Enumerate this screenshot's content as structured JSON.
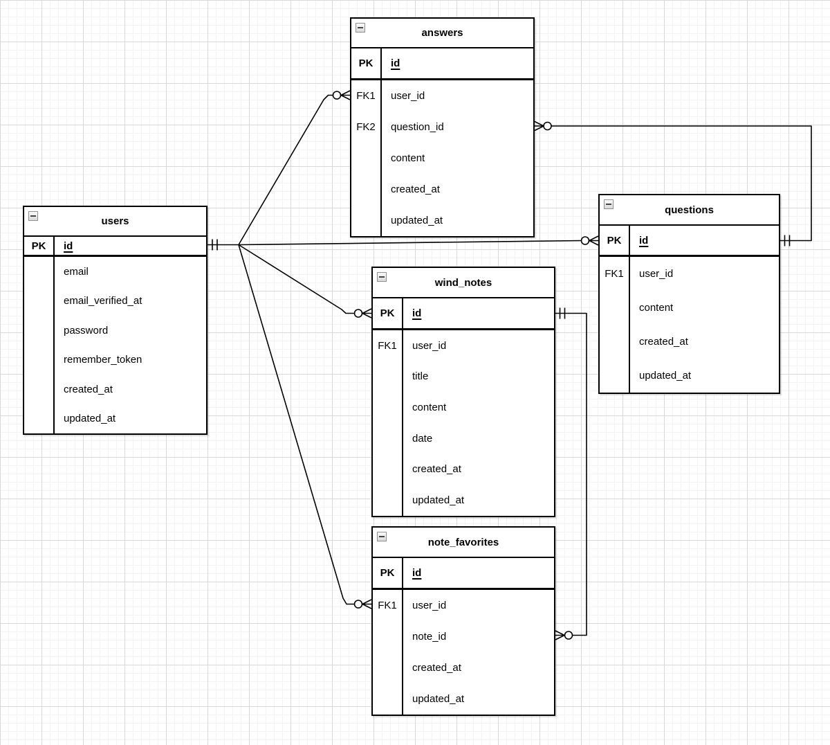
{
  "canvas": {
    "background_color": "#ffffff",
    "grid_minor_color": "#f3f3f3",
    "grid_major_color": "#d8d8d8",
    "stroke_color": "#000000"
  },
  "entities": [
    {
      "id": "users",
      "title": "users",
      "rows": [
        {
          "key": "PK",
          "name": "id",
          "pk": true
        },
        {
          "key": "",
          "name": "email"
        },
        {
          "key": "",
          "name": "email_verified_at"
        },
        {
          "key": "",
          "name": "password"
        },
        {
          "key": "",
          "name": "remember_token"
        },
        {
          "key": "",
          "name": "created_at"
        },
        {
          "key": "",
          "name": "updated_at"
        }
      ]
    },
    {
      "id": "answers",
      "title": "answers",
      "rows": [
        {
          "key": "PK",
          "name": "id",
          "pk": true
        },
        {
          "key": "FK1",
          "name": "user_id"
        },
        {
          "key": "FK2",
          "name": "question_id"
        },
        {
          "key": "",
          "name": "content"
        },
        {
          "key": "",
          "name": "created_at"
        },
        {
          "key": "",
          "name": "updated_at"
        }
      ]
    },
    {
      "id": "questions",
      "title": "questions",
      "rows": [
        {
          "key": "PK",
          "name": "id",
          "pk": true
        },
        {
          "key": "FK1",
          "name": "user_id"
        },
        {
          "key": "",
          "name": "content"
        },
        {
          "key": "",
          "name": "created_at"
        },
        {
          "key": "",
          "name": "updated_at"
        }
      ]
    },
    {
      "id": "wind_notes",
      "title": "wind_notes",
      "rows": [
        {
          "key": "PK",
          "name": "id",
          "pk": true
        },
        {
          "key": "FK1",
          "name": "user_id"
        },
        {
          "key": "",
          "name": "title"
        },
        {
          "key": "",
          "name": "content"
        },
        {
          "key": "",
          "name": "date"
        },
        {
          "key": "",
          "name": "created_at"
        },
        {
          "key": "",
          "name": "updated_at"
        }
      ]
    },
    {
      "id": "note_favorites",
      "title": "note_favorites",
      "rows": [
        {
          "key": "PK",
          "name": "id",
          "pk": true
        },
        {
          "key": "FK1",
          "name": "user_id"
        },
        {
          "key": "",
          "name": "note_id"
        },
        {
          "key": "",
          "name": "created_at"
        },
        {
          "key": "",
          "name": "updated_at"
        }
      ]
    }
  ],
  "relationships": [
    {
      "from_entity": "users",
      "from_attribute": "id",
      "to_entity": "answers",
      "to_attribute": "user_id",
      "from_cardinality": "exactly-one",
      "to_cardinality": "zero-or-many"
    },
    {
      "from_entity": "users",
      "from_attribute": "id",
      "to_entity": "questions",
      "to_attribute": "user_id",
      "from_cardinality": "exactly-one",
      "to_cardinality": "zero-or-many"
    },
    {
      "from_entity": "users",
      "from_attribute": "id",
      "to_entity": "wind_notes",
      "to_attribute": "user_id",
      "from_cardinality": "exactly-one",
      "to_cardinality": "zero-or-many"
    },
    {
      "from_entity": "users",
      "from_attribute": "id",
      "to_entity": "note_favorites",
      "to_attribute": "user_id",
      "from_cardinality": "exactly-one",
      "to_cardinality": "zero-or-many"
    },
    {
      "from_entity": "questions",
      "from_attribute": "id",
      "to_entity": "answers",
      "to_attribute": "question_id",
      "from_cardinality": "exactly-one",
      "to_cardinality": "zero-or-many"
    },
    {
      "from_entity": "wind_notes",
      "from_attribute": "id",
      "to_entity": "note_favorites",
      "to_attribute": "note_id",
      "from_cardinality": "exactly-one",
      "to_cardinality": "zero-or-many"
    }
  ]
}
